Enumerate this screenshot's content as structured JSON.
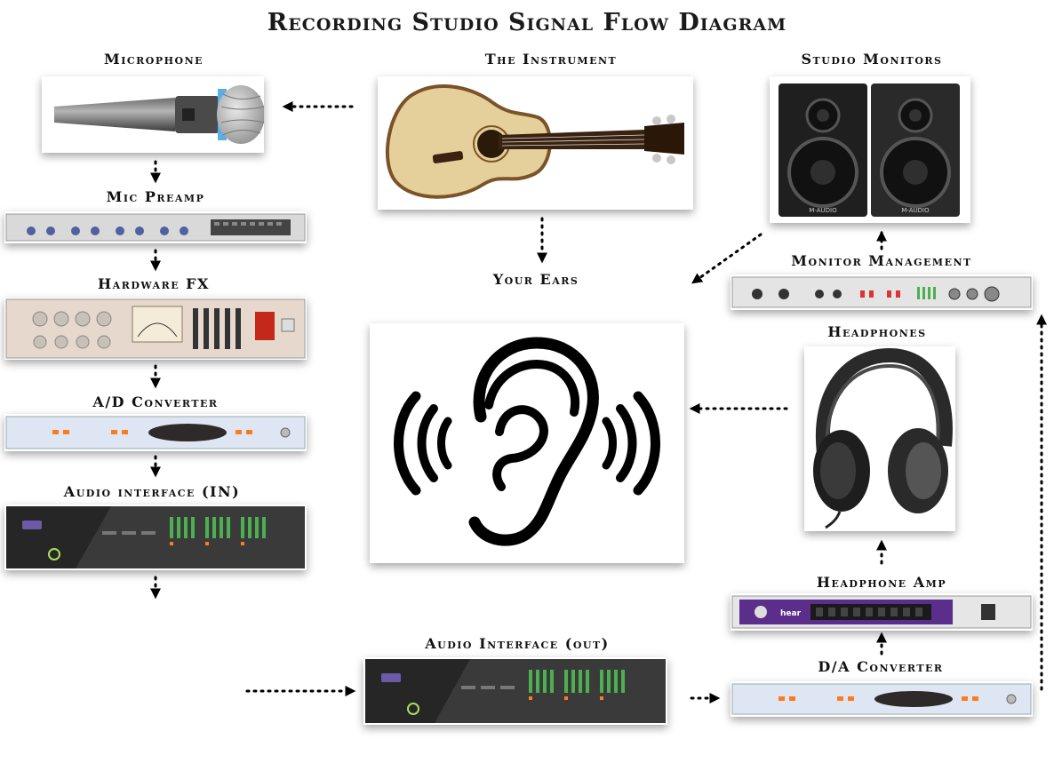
{
  "title": "Recording Studio Signal Flow Diagram",
  "labels": {
    "microphone": "Microphone",
    "instrument": "The Instrument",
    "studio_monitors": "Studio Monitors",
    "mic_preamp": "Mic Preamp",
    "your_ears": "Your Ears",
    "monitor_management": "Monitor Management",
    "hardware_fx": "Hardware FX",
    "headphones": "Headphones",
    "ad_converter": "A/D Converter",
    "audio_interface_in": "Audio interface (IN)",
    "headphone_amp": "Headphone Amp",
    "audio_interface_out": "Audio Interface (out)",
    "da_converter": "D/A Converter"
  },
  "device_text": {
    "monitor_brand_left": "M-AUDIO",
    "monitor_brand_right": "M-AUDIO",
    "hp_amp_brand": "hear"
  },
  "colors": {
    "rack_silver": "#d9d9d9",
    "interface_dark": "#3a3a3a",
    "converter_blue": "#dfe6f3",
    "hp_amp_purple": "#5a2e8a",
    "led_green": "#4caf50",
    "led_orange": "#ff7a1a",
    "arrow": "#000000"
  }
}
